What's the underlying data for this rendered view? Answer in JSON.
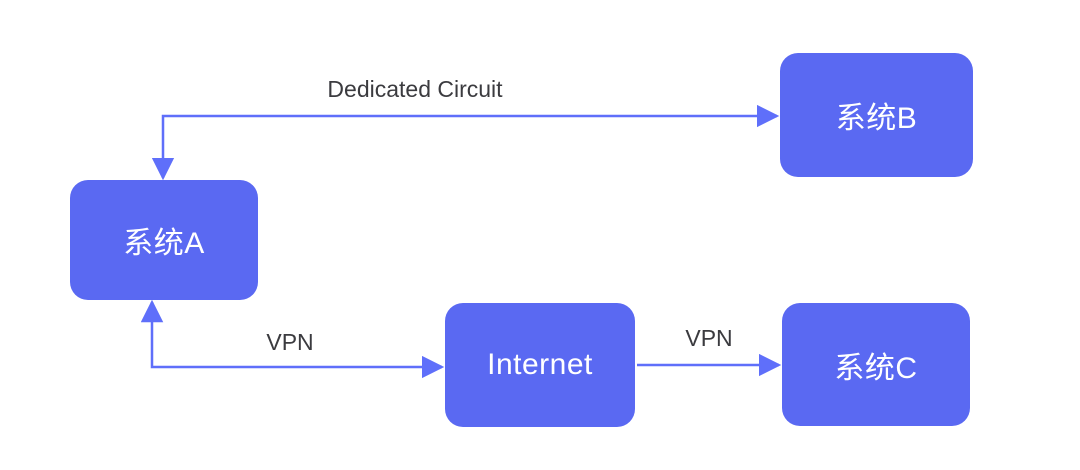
{
  "diagram": {
    "background_color": "#ffffff",
    "node_fill_color": "#5a69f2",
    "node_text_color": "#ffffff",
    "connector_color": "#5f6ffa",
    "edge_label_color": "#3b3b3f",
    "nodes": [
      {
        "id": "system-a",
        "label": "系统A"
      },
      {
        "id": "system-b",
        "label": "系统B"
      },
      {
        "id": "internet",
        "label": "Internet"
      },
      {
        "id": "system-c",
        "label": "系统C"
      }
    ],
    "edges": [
      {
        "id": "a-b",
        "label": "Dedicated Circuit",
        "from": "系统A",
        "to": "系统B",
        "direction": "bidirectional"
      },
      {
        "id": "a-internet",
        "label": "VPN",
        "from": "系统A",
        "to": "Internet",
        "direction": "bidirectional"
      },
      {
        "id": "internet-c",
        "label": "VPN",
        "from": "Internet",
        "to": "系统C",
        "direction": "unidirectional"
      }
    ]
  }
}
